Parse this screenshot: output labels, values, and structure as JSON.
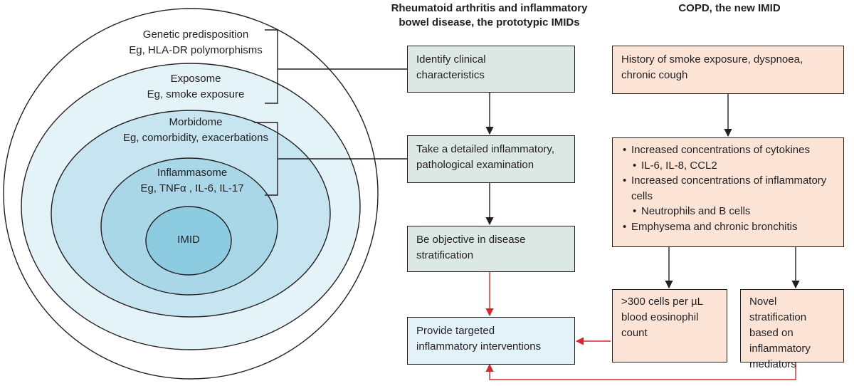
{
  "colors": {
    "line": "#231f20",
    "accent_arrow": "#d9262a",
    "ring_outer": "#ffffff",
    "ring_exposome": "#e4f3f8",
    "ring_morbidome": "#c7e5f0",
    "ring_inflammasome": "#a9d7e8",
    "ring_imid": "#8dcbe1",
    "box_green": "#dce8e3",
    "box_peach": "#fbe3d6",
    "box_blue": "#e3f2f8"
  },
  "layers": {
    "genetic": {
      "title": "Genetic predisposition",
      "example": "Eg, HLA-DR polymorphisms"
    },
    "exposome": {
      "title": "Exposome",
      "example": "Eg, smoke exposure"
    },
    "morbidome": {
      "title": "Morbidome",
      "example": "Eg, comorbidity, exacerbations"
    },
    "inflammasome": {
      "title": "Inflammasome",
      "example": "Eg, TNFα , IL-6, IL-17"
    },
    "core": {
      "label": "IMID"
    }
  },
  "ra_column": {
    "heading_line1": "Rheumatoid arthritis and inflammatory",
    "heading_line2": "bowel disease, the prototypic IMIDs",
    "step1": {
      "line1": "Identify clinical",
      "line2": "characteristics"
    },
    "step2": {
      "line1": "Take a detailed inflammatory,",
      "line2": "pathological examination"
    },
    "step3": {
      "line1": "Be objective in disease",
      "line2": "stratification"
    },
    "step4": {
      "line1": "Provide targeted",
      "line2": "inflammatory interventions"
    }
  },
  "copd_column": {
    "heading": "COPD, the new IMID",
    "history": {
      "line1": "History of smoke exposure, dyspnoea,",
      "line2": "chronic cough"
    },
    "findings": [
      "Increased concentrations of cytokines",
      "IL-6, IL-8, CCL2",
      "Increased concentrations of inflammatory",
      "cells",
      "Neutrophils and B cells",
      "Emphysema and chronic bronchitis"
    ],
    "eosinophil": {
      "line1": ">300 cells per µL",
      "line2": "blood eosinophil",
      "line3": "count"
    },
    "novel": {
      "line1": "Novel stratification",
      "line2": "based on",
      "line3": "inflammatory",
      "line4": "mediators"
    }
  }
}
